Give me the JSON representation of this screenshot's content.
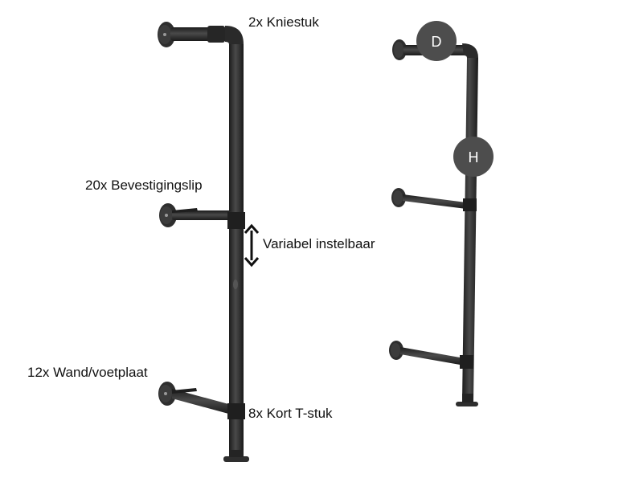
{
  "labels": {
    "elbow": "2x Kniestuk",
    "clip": "20x Bevestigingslip",
    "adjustable": "Variabel instelbaar",
    "flange": "12x Wand/voetplaat",
    "tee": "8x Kort T-stuk"
  },
  "badges": {
    "depth": "D",
    "height": "H"
  },
  "colors": {
    "pipe": "#2b2b2b",
    "pipe_highlight": "#4a4a4a",
    "badge": "#4d4d4d",
    "text": "#111111"
  },
  "icons": {
    "adjust_arrow": "double-headed-vertical-arrow-icon"
  }
}
